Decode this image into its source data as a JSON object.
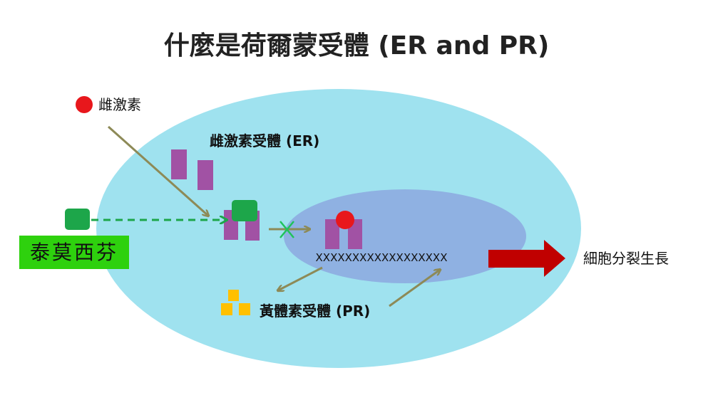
{
  "title": "什麼是荷爾蒙受體 (ER and PR)",
  "labels": {
    "estrogen": "雌激素",
    "er_receptor": "雌激素受體 (ER)",
    "tamoxifen": "泰莫西芬",
    "dna": "XXXXXXXXXXXXXXXXXX",
    "pr_receptor": "黃體素受體 (PR)",
    "cell_growth": "細胞分裂生長"
  },
  "colors": {
    "cell": "#9fe2ef",
    "nucleus": "#8fb1e2",
    "receptor": "#a152a4",
    "estrogen_dot": "#e8171c",
    "tamoxifen_box": "#1da64a",
    "tamoxifen_label_bg": "#2ed10e",
    "pr": "#ffc000",
    "arrow": "#8d8a57",
    "block_x": "#20c35a",
    "growth_arrow": "#c00000"
  },
  "icons": {
    "estrogen": "red-dot-icon",
    "tamoxifen": "green-square-icon",
    "pr": "yellow-blocks-icon"
  }
}
